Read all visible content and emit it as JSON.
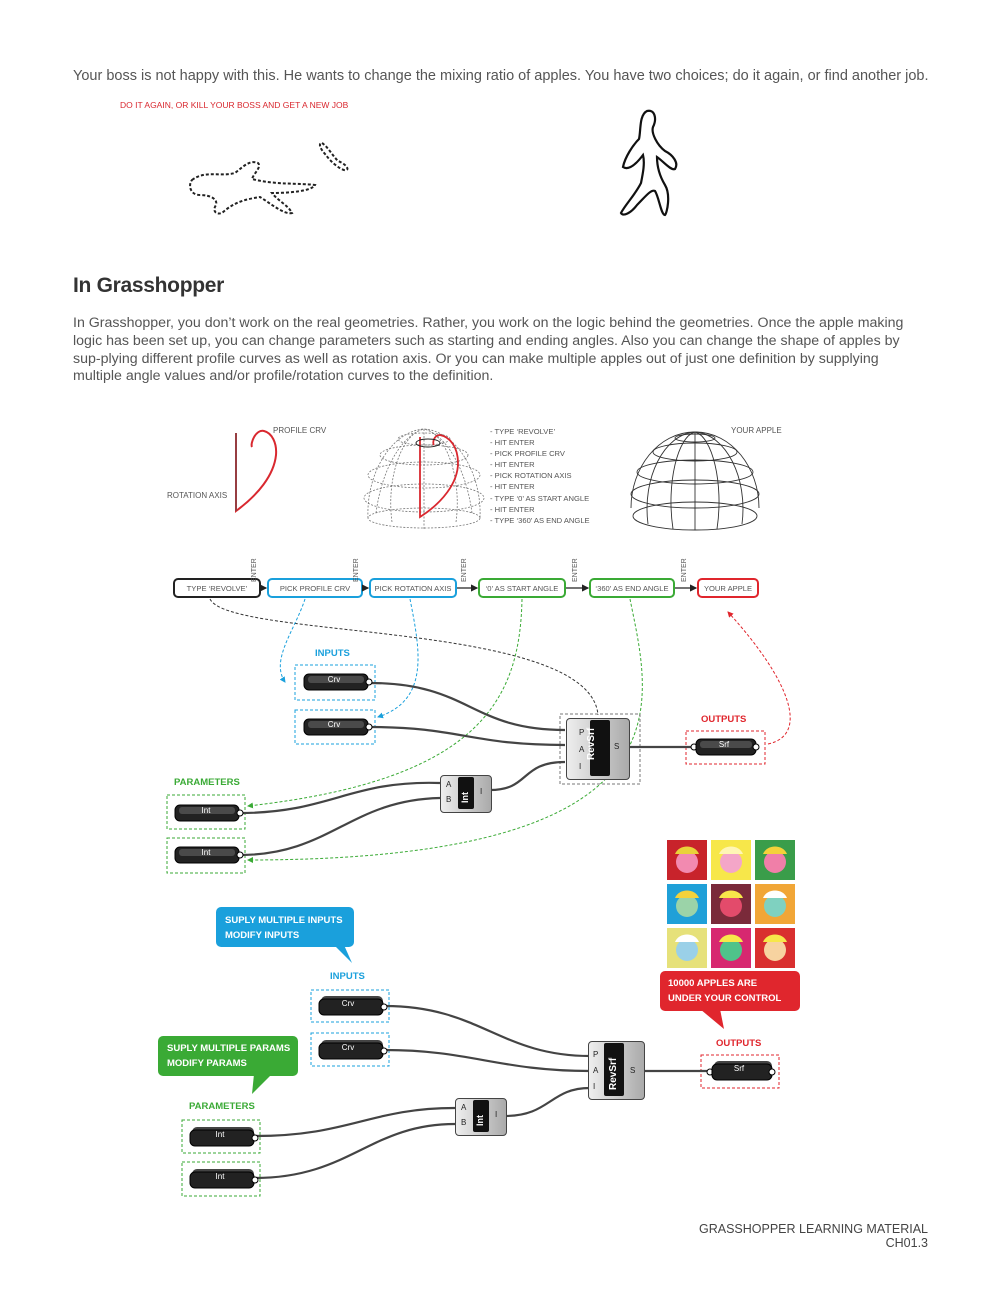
{
  "intro": "Your boss is not happy with this. He wants to change the mixing ratio of apples. You have two choices; do it again, or find another job.",
  "red_note": "DO IT AGAIN, OR KILL YOUR BOSS AND GET A NEW JOB",
  "heading": "In Grasshopper",
  "paragraph": "In Grasshopper, you don’t work on the real geometries. Rather, you work on the logic behind the geometries. Once the apple making logic has been set up, you can change parameters such as starting and ending angles. Also you can change the shape of apples by sup-plying different profile curves as well as rotation axis. Or you can make multiple apples out of just one definition by supplying multiple angle values and/or profile/rotation curves to the definition.",
  "figure": {
    "profile_label": "PROFILE CRV",
    "axis_label": "ROTATION AXIS",
    "apple_label": "YOUR APPLE",
    "steps": [
      "- TYPE ‘REVOLVE’",
      "- HIT ENTER",
      "- PICK PROFILE CRV",
      "- HIT ENTER",
      "- PICK ROTATION AXIS",
      "- HIT ENTER",
      "- TYPE ‘0’ AS START ANGLE",
      "- HIT ENTER",
      "- TYPE ‘360’ AS END ANGLE"
    ]
  },
  "flow": {
    "boxes": [
      "TYPE ‘REVOLVE’",
      "PICK PROFILE CRV",
      "PICK ROTATION AXIS",
      "‘0’ AS START ANGLE",
      "‘360’ AS END ANGLE",
      "YOUR APPLE"
    ],
    "enter": "ENTER"
  },
  "diagram1": {
    "inputs_label": "INPUTS",
    "params_label": "PARAMETERS",
    "outputs_label": "OUTPUTS",
    "crv": "Crv",
    "int": "Int",
    "srf": "Srf",
    "revsrf": "RevSrf",
    "revsrf_ports": [
      "P",
      "A",
      "I"
    ],
    "revsrf_out": "S",
    "int_ports": [
      "A",
      "B"
    ],
    "int_out": "I"
  },
  "diagram2": {
    "bubble_blue": [
      "SUPLY MULTIPLE INPUTS",
      "MODIFY INPUTS"
    ],
    "bubble_green": [
      "SUPLY MULTIPLE PARAMS",
      "MODIFY PARAMS"
    ],
    "bubble_red": [
      "10000 APPLES ARE",
      "UNDER YOUR CONTROL"
    ],
    "inputs_label": "INPUTS",
    "params_label": "PARAMETERS",
    "outputs_label": "OUTPUTS"
  },
  "colors": {
    "blue": "#1aa0dc",
    "green": "#3aaa35",
    "red": "#e0262d",
    "dark": "#333333"
  },
  "footer": {
    "line1": "GRASSHOPPER LEARNING MATERIAL",
    "line2": "CH01.3"
  }
}
